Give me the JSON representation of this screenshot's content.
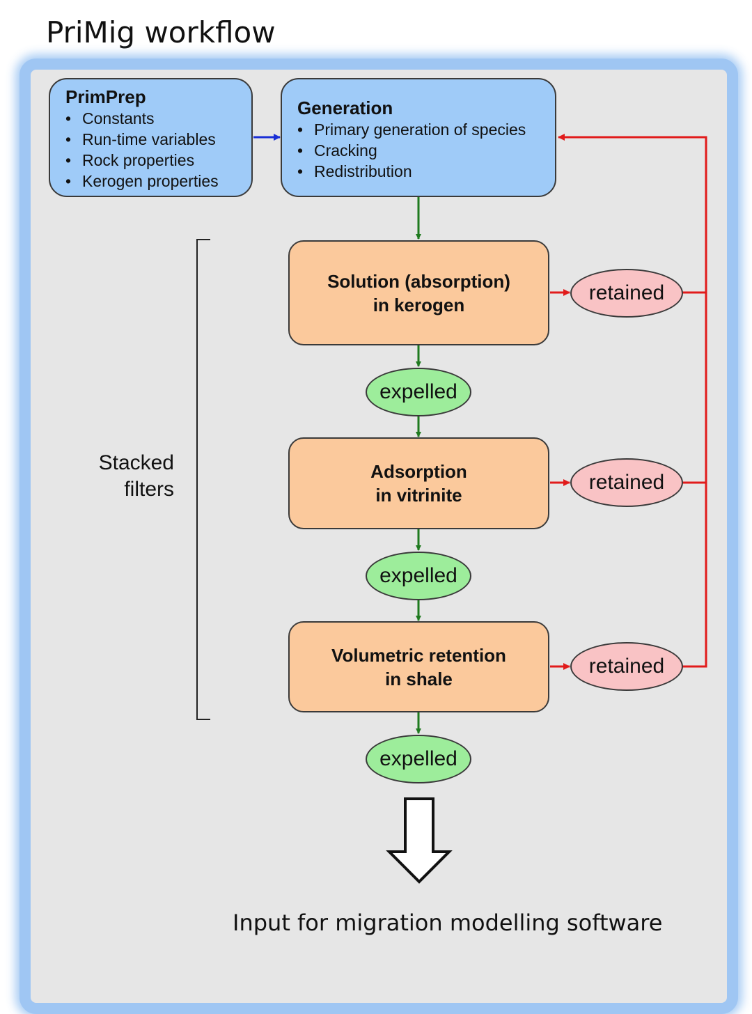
{
  "title": "PriMig workflow",
  "primprep": {
    "title": "PrimPrep",
    "items": [
      "Constants",
      "Run-time variables",
      "Rock properties",
      "Kerogen properties"
    ]
  },
  "generation": {
    "title": "Generation",
    "items": [
      "Primary generation of species",
      "Cracking",
      "Redistribution"
    ]
  },
  "filters": [
    {
      "label": "Solution (absorption)\nin kerogen",
      "retained": "retained",
      "expelled": "expelled"
    },
    {
      "label": "Adsorption\nin vitrinite",
      "retained": "retained",
      "expelled": "expelled"
    },
    {
      "label": "Volumetric retention\nin shale",
      "retained": "retained",
      "expelled": "expelled"
    }
  ],
  "bracket_label": "Stacked\nfilters",
  "output_label": "Input for migration modelling software",
  "colors": {
    "frame_border": "#9fc6f3",
    "frame_fill": "#e6e6e6",
    "blue_box": "#9fcbf8",
    "orange_box": "#fbc99c",
    "green_oval": "#9ded9b",
    "pink_oval": "#f9c3c5",
    "arrow_green": "#1f7a1f",
    "arrow_red": "#e11b1b",
    "arrow_blue": "#1a2fd6"
  }
}
